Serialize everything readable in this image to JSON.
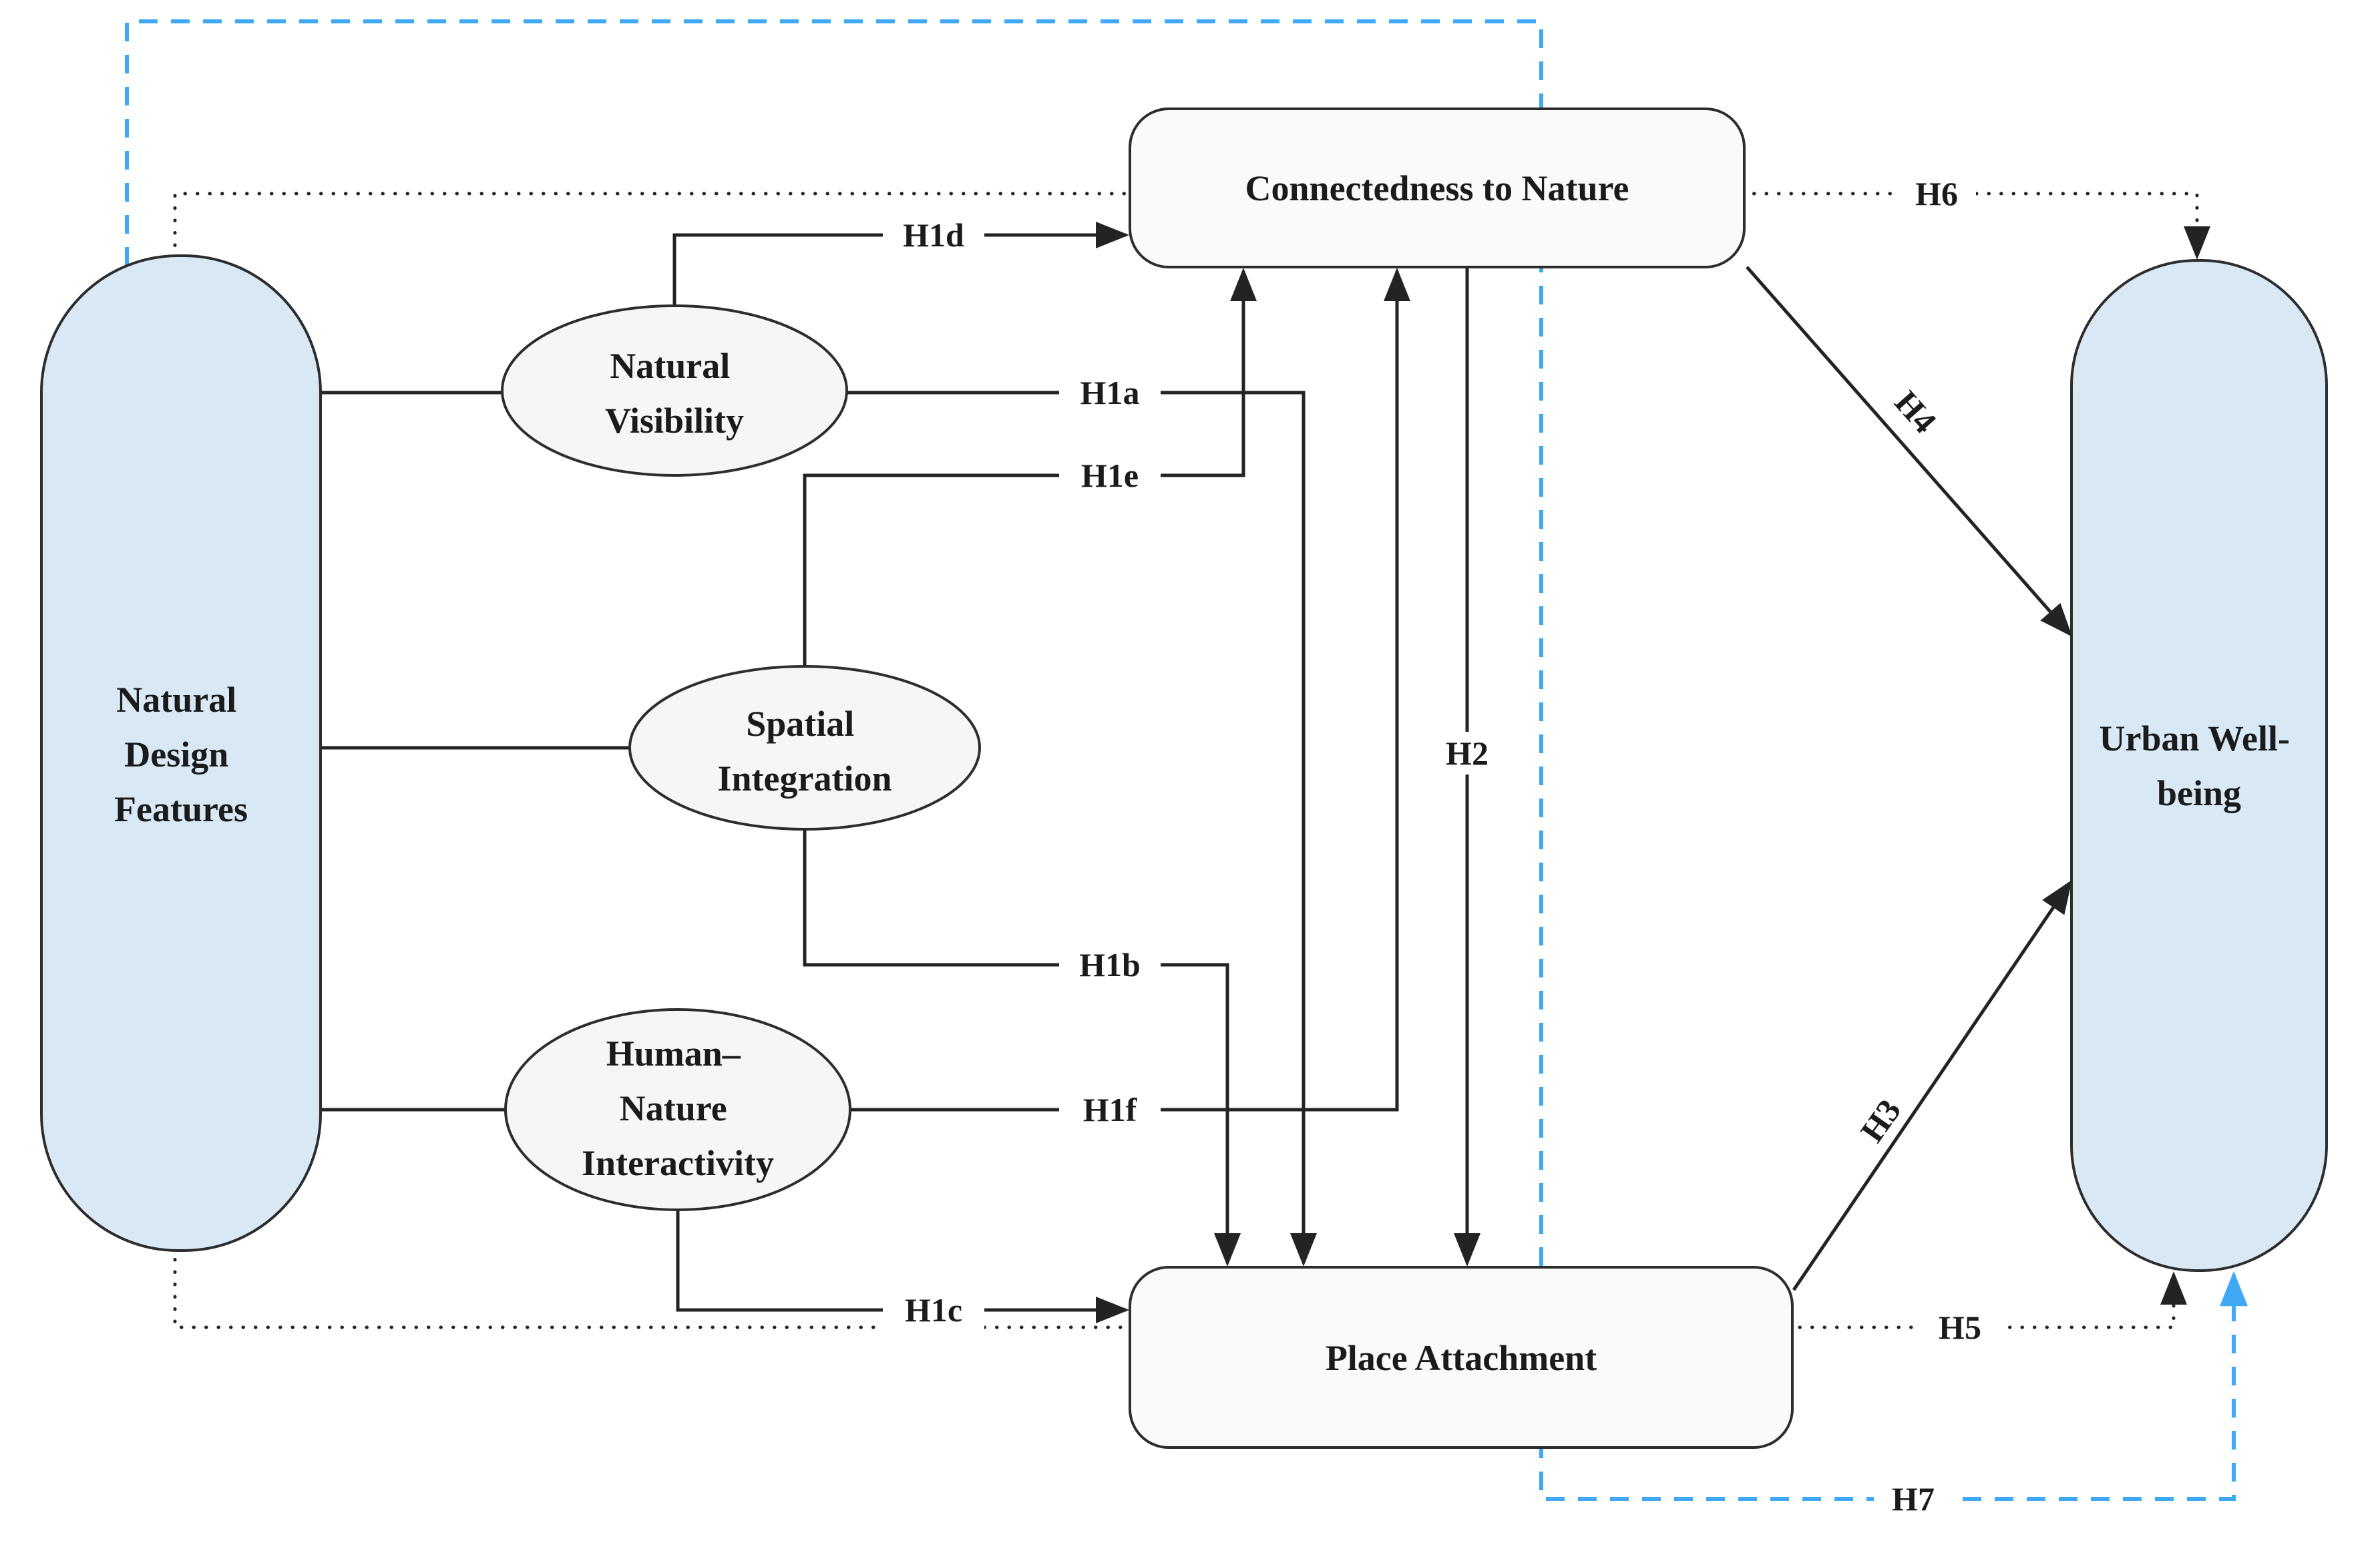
{
  "figure": {
    "type": "structural-path-diagram",
    "background": "#ffffff"
  },
  "nodes": {
    "natural_design_features": {
      "lines": [
        "Natural",
        "Design",
        "Features"
      ],
      "shape": "rounded-pill"
    },
    "natural_visibility": {
      "lines": [
        "Natural",
        "Visibility"
      ],
      "shape": "ellipse"
    },
    "spatial_integration": {
      "lines": [
        "Spatial",
        "Integration"
      ],
      "shape": "ellipse"
    },
    "human_nature_interactivity": {
      "lines": [
        "Human–",
        "Nature",
        "Interactivity"
      ],
      "shape": "ellipse"
    },
    "connectedness_to_nature": {
      "label": "Connectedness to Nature",
      "shape": "rounded-rect"
    },
    "place_attachment": {
      "label": "Place Attachment",
      "shape": "rounded-rect"
    },
    "urban_well_being": {
      "lines": [
        "Urban Well-",
        "being"
      ],
      "shape": "rounded-pill"
    }
  },
  "edge_labels": {
    "h1a": "H1a",
    "h1b": "H1b",
    "h1c": "H1c",
    "h1d": "H1d",
    "h1e": "H1e",
    "h1f": "H1f",
    "h2": "H2",
    "h3": "H3",
    "h4": "H4",
    "h5": "H5",
    "h6": "H6",
    "h7": "H7"
  },
  "edges": [
    {
      "label": "H1a",
      "from": "Natural Visibility",
      "to": "Place Attachment",
      "style": "solid-arrow"
    },
    {
      "label": "H1b",
      "from": "Spatial Integration",
      "to": "Place Attachment",
      "style": "solid-arrow"
    },
    {
      "label": "H1c",
      "from": "Human–Nature Interactivity",
      "to": "Place Attachment",
      "style": "solid-arrow"
    },
    {
      "label": "H1d",
      "from": "Natural Visibility",
      "to": "Connectedness to Nature",
      "style": "solid-arrow"
    },
    {
      "label": "H1e",
      "from": "Spatial Integration",
      "to": "Connectedness to Nature",
      "style": "solid-arrow"
    },
    {
      "label": "H1f",
      "from": "Human–Nature Interactivity",
      "to": "Connectedness to Nature",
      "style": "solid-arrow"
    },
    {
      "label": "H2",
      "from": "Connectedness to Nature",
      "to": "Place Attachment",
      "style": "solid-arrow"
    },
    {
      "label": "H3",
      "from": "Place Attachment",
      "to": "Urban Well-being",
      "style": "solid-arrow"
    },
    {
      "label": "H4",
      "from": "Connectedness to Nature",
      "to": "Urban Well-being",
      "style": "solid-arrow"
    },
    {
      "label": "H5",
      "from": "Natural Design Features",
      "to": "Urban Well-being",
      "style": "dotted-arrow"
    },
    {
      "label": "H6",
      "from": "Natural Design Features",
      "to": "Urban Well-being",
      "style": "dotted-arrow"
    },
    {
      "label": "H7",
      "from": "Natural Design Features / Place Attachment route",
      "to": "Urban Well-being",
      "style": "blue-dashed-arrow"
    }
  ],
  "connectors": [
    {
      "from": "Natural Design Features",
      "to": "Natural Visibility",
      "style": "plain-line"
    },
    {
      "from": "Natural Design Features",
      "to": "Spatial Integration",
      "style": "plain-line"
    },
    {
      "from": "Natural Design Features",
      "to": "Human–Nature Interactivity",
      "style": "plain-line"
    }
  ],
  "colors": {
    "pill_fill": "#d8e8f5",
    "ellipse_fill": "#f6f6f6",
    "box_fill": "#faf9fc",
    "line": "#232323",
    "dashed_blue": "#3fa9f5"
  }
}
